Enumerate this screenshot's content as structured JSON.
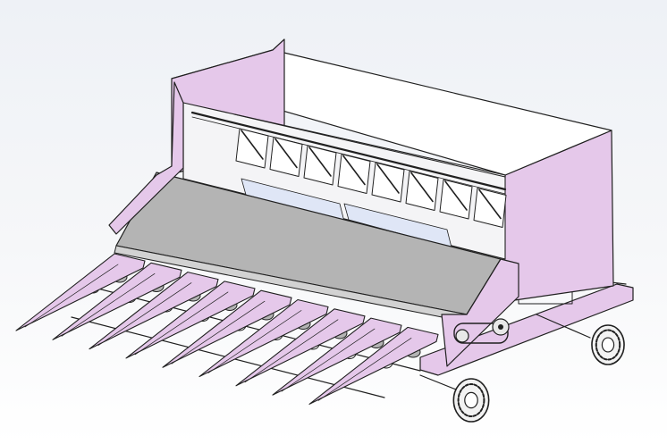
{
  "model": {
    "colors": {
      "frame_fill": "#e5c8ea",
      "outline": "#202020",
      "belt_fill": "#b4b4b4",
      "belt_edge": "#d2d2d2",
      "top_fill": "#ffffff",
      "panel_fill": "#f4f4f6",
      "glass_fill": "#dfe6f6",
      "wheel_fill": "#f2f2f2",
      "background_top": "#eef1f6",
      "background_bottom": "#ffffff"
    },
    "icons": [
      "wheel-icon",
      "sprocket-icon",
      "chain-drive-icon"
    ],
    "parts": {
      "divider_tine_count": 9,
      "guide_roller_count": 9,
      "flap_count": 8,
      "wheel_count": 2
    }
  }
}
